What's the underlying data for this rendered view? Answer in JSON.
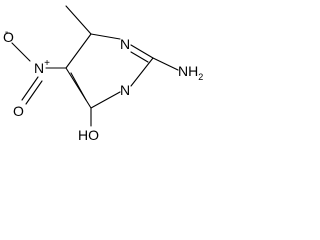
{
  "molecule": {
    "atoms": {
      "ring_n_top": "N",
      "ring_n_bottom": "N",
      "amine_n": "N",
      "amine_h": "H",
      "amine_h_count": "2",
      "hydroxyl": "HO",
      "nitro_n": "N",
      "nitro_n_charge": "+",
      "nitro_o_left": "O",
      "nitro_o_left_charge": "-",
      "nitro_o_bottom": "O"
    },
    "colors": {
      "bond": "#000000",
      "text": "#000000",
      "background": "#ffffff"
    }
  }
}
